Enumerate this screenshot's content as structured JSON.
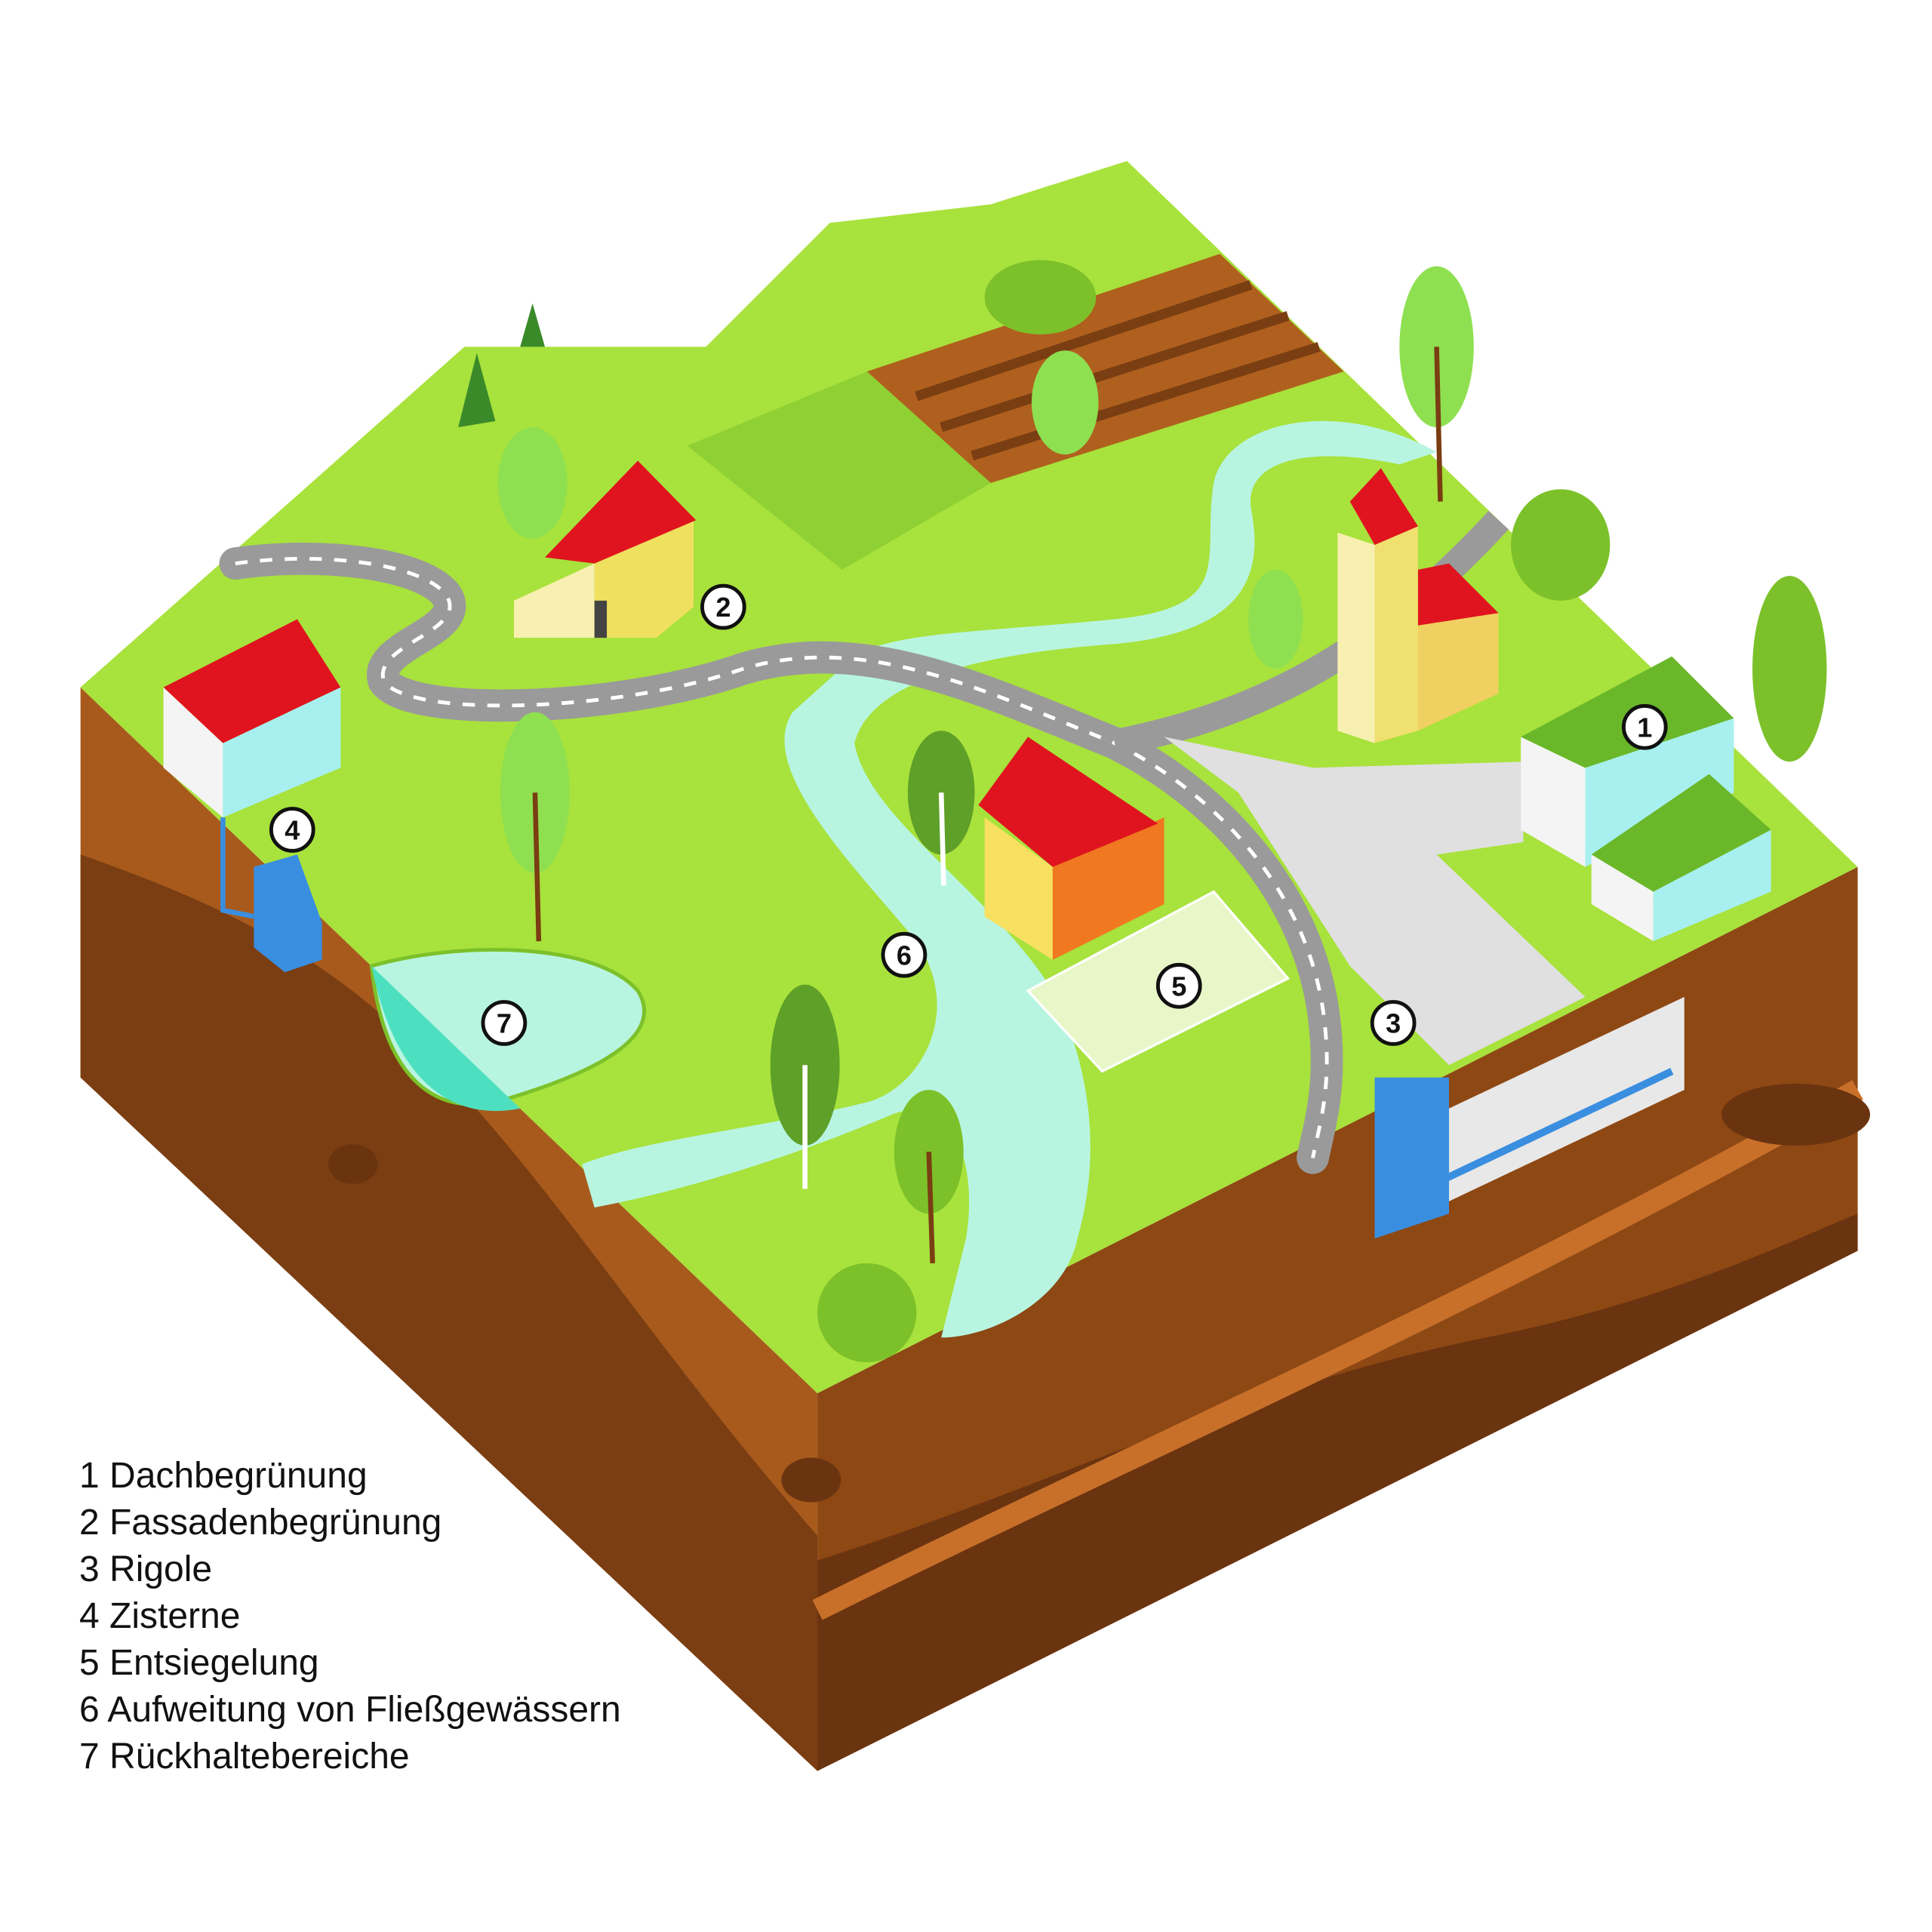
{
  "markers": [
    {
      "num": "1",
      "label": "Dachbegrünung"
    },
    {
      "num": "2",
      "label": "Fassadenbegrünung"
    },
    {
      "num": "3",
      "label": "Rigole"
    },
    {
      "num": "4",
      "label": "Zisterne"
    },
    {
      "num": "5",
      "label": "Entsiegelung"
    },
    {
      "num": "6",
      "label": "Aufweitung von Fließgewässern"
    },
    {
      "num": "7",
      "label": "Rückhaltebereiche"
    }
  ],
  "legend": [
    "1 Dachbegrünung",
    "2 Fassadenbegrünung",
    "3 Rigole",
    "4 Zisterne",
    "5 Entsiegelung",
    "6 Aufweitung von Fließgewässern",
    "7 Rückhaltebereiche"
  ],
  "colors": {
    "grass": "#a8e23c",
    "grass_dark": "#7cc12a",
    "soil": "#b0601e",
    "soil_dark": "#7a3e12",
    "water": "#b8f5e0",
    "road": "#9a9a9a",
    "roof": "#e0141e"
  }
}
